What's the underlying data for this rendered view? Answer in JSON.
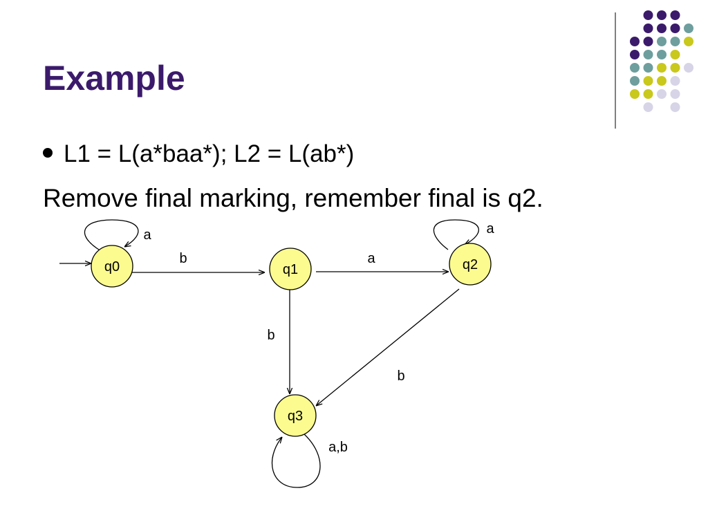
{
  "slide": {
    "title": "Example",
    "bullet": "L1 = L(a*baa*); L2 = L(ab*)",
    "note": "Remove final marking, remember final is q2."
  },
  "colors": {
    "title": "#3b1a6b",
    "state_fill": "#fbfb8f",
    "dot_purple": "#3b1a6b",
    "dot_teal": "#6e9e9e",
    "dot_yellow": "#c9c81c",
    "dot_lavender": "#d6d4e6",
    "divider": "#555555"
  },
  "diagram": {
    "states": [
      {
        "id": "q0",
        "label": "q0",
        "start": true
      },
      {
        "id": "q1",
        "label": "q1"
      },
      {
        "id": "q2",
        "label": "q2"
      },
      {
        "id": "q3",
        "label": "q3"
      }
    ],
    "transitions": [
      {
        "from": "q0",
        "to": "q0",
        "label": "a"
      },
      {
        "from": "q0",
        "to": "q1",
        "label": "b"
      },
      {
        "from": "q1",
        "to": "q2",
        "label": "a"
      },
      {
        "from": "q2",
        "to": "q2",
        "label": "a"
      },
      {
        "from": "q1",
        "to": "q3",
        "label": "b"
      },
      {
        "from": "q2",
        "to": "q3",
        "label": "b"
      },
      {
        "from": "q3",
        "to": "q3",
        "label": "a,b"
      }
    ]
  }
}
